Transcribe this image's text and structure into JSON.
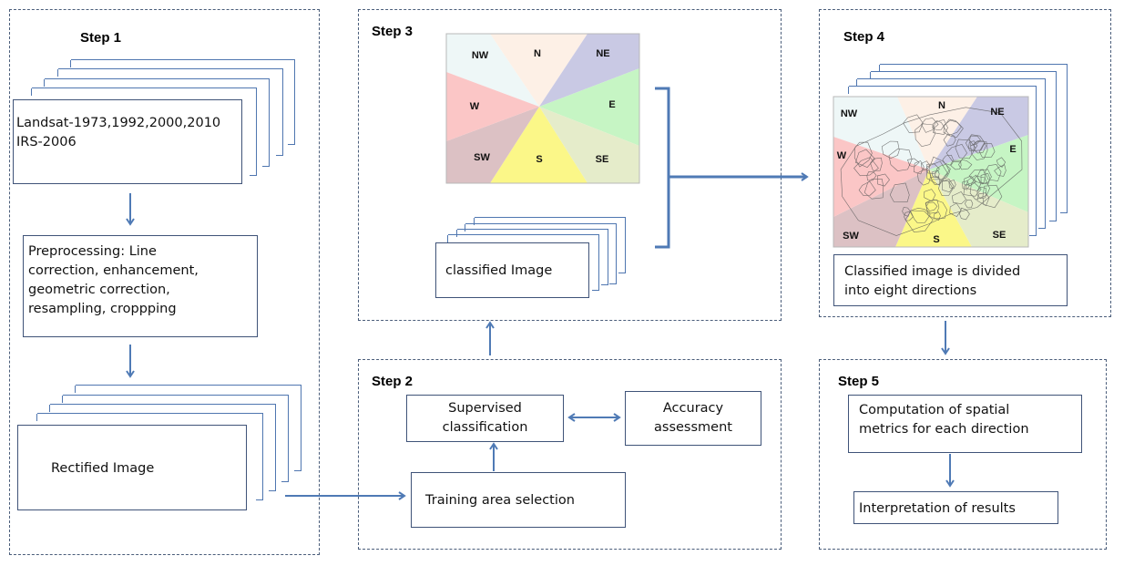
{
  "steps": {
    "step1": {
      "title": "Step 1",
      "input_box_line1": "Landsat-1973,1992,2000,2010",
      "input_box_line2": "IRS-2006",
      "preprocessing_lines": [
        "Preprocessing: Line",
        "correction, enhancement,",
        "geometric correction,",
        "resampling, croppping"
      ],
      "rectified_label": "Rectified Image"
    },
    "step2": {
      "title": "Step 2",
      "supervised_line1": "Supervised",
      "supervised_line2": "classification",
      "accuracy_line1": "Accuracy",
      "accuracy_line2": "assessment",
      "training_label": "Training area selection"
    },
    "step3": {
      "title": "Step 3",
      "classified_label": "classified Image",
      "directions": [
        "NW",
        "N",
        "NE",
        "W",
        "E",
        "SW",
        "S",
        "SE"
      ]
    },
    "step4": {
      "title": "Step 4",
      "caption_line1": "Classified image is divided",
      "caption_line2": "into eight directions",
      "directions": [
        "NW",
        "N",
        "NE",
        "W",
        "E",
        "SW",
        "S",
        "SE"
      ]
    },
    "step5": {
      "title": "Step 5",
      "computation_line1": "Computation of spatial",
      "computation_line2": "metrics for each direction",
      "interpretation_label": "Interpretation of results"
    }
  },
  "colors": {
    "arrow": "#4f7ab5",
    "border": "#3f5378",
    "sector_NW": "#eef7f7",
    "sector_N": "#fdf0e6",
    "sector_NE": "#c9c9e4",
    "sector_E": "#c6f5c4",
    "sector_SE": "#e5ecca",
    "sector_S": "#fbf788",
    "sector_SW": "#dcc1c4",
    "sector_W": "#fbc6c6"
  }
}
